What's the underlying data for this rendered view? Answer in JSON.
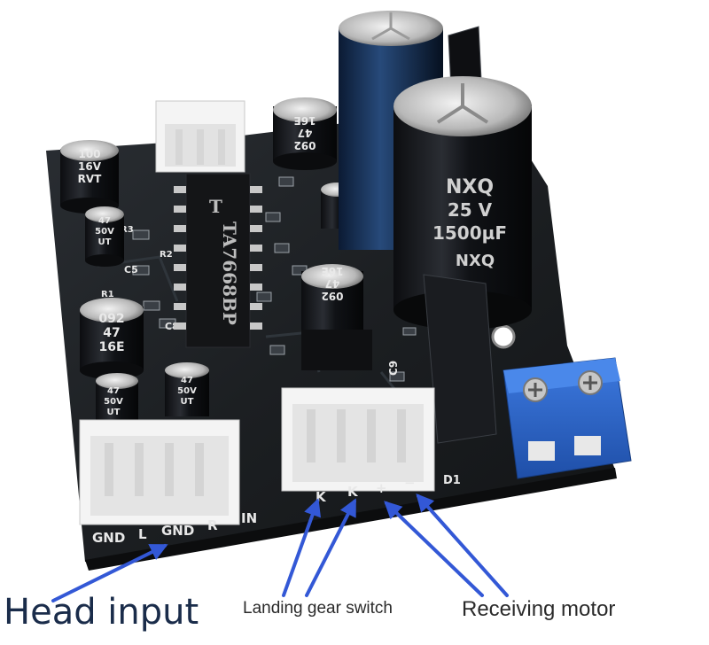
{
  "captions": {
    "head_input": "Head input",
    "landing_gear_switch": "Landing gear switch",
    "receiving_motor": "Receiving motor"
  },
  "silkscreen": {
    "bottom_left": [
      "GND",
      "L",
      "GND",
      "R",
      "IN"
    ],
    "bottom_mid": [
      "K",
      "K",
      "+",
      "−",
      "D1"
    ],
    "c9": "C9",
    "c8": "C8",
    "c5": "C5",
    "r1": "R1",
    "r2": "R2",
    "r3": "R3"
  },
  "chip": {
    "marking": "TA7668BP",
    "logo": "T"
  },
  "capacitors": {
    "big": {
      "brand": "NXQ",
      "voltage": "25 V",
      "capacity": "1500µF"
    },
    "left_top": [
      "100",
      "16V",
      "RVT"
    ],
    "left_mid": [
      "47",
      "50V",
      "UT"
    ],
    "left_big": [
      "092",
      "47",
      "16E"
    ],
    "left_bot1": [
      "47",
      "50V",
      "UT"
    ],
    "left_bot2": [
      "47",
      "50V",
      "UT"
    ],
    "top_mid": [
      "092",
      "47",
      "16E"
    ],
    "center": [
      "092",
      "47",
      "16E"
    ]
  },
  "colors": {
    "pcb": "#1c1f22",
    "terminal": "#2a63c9",
    "arrow": "#3358d6",
    "connector": "#f4f4f4"
  }
}
